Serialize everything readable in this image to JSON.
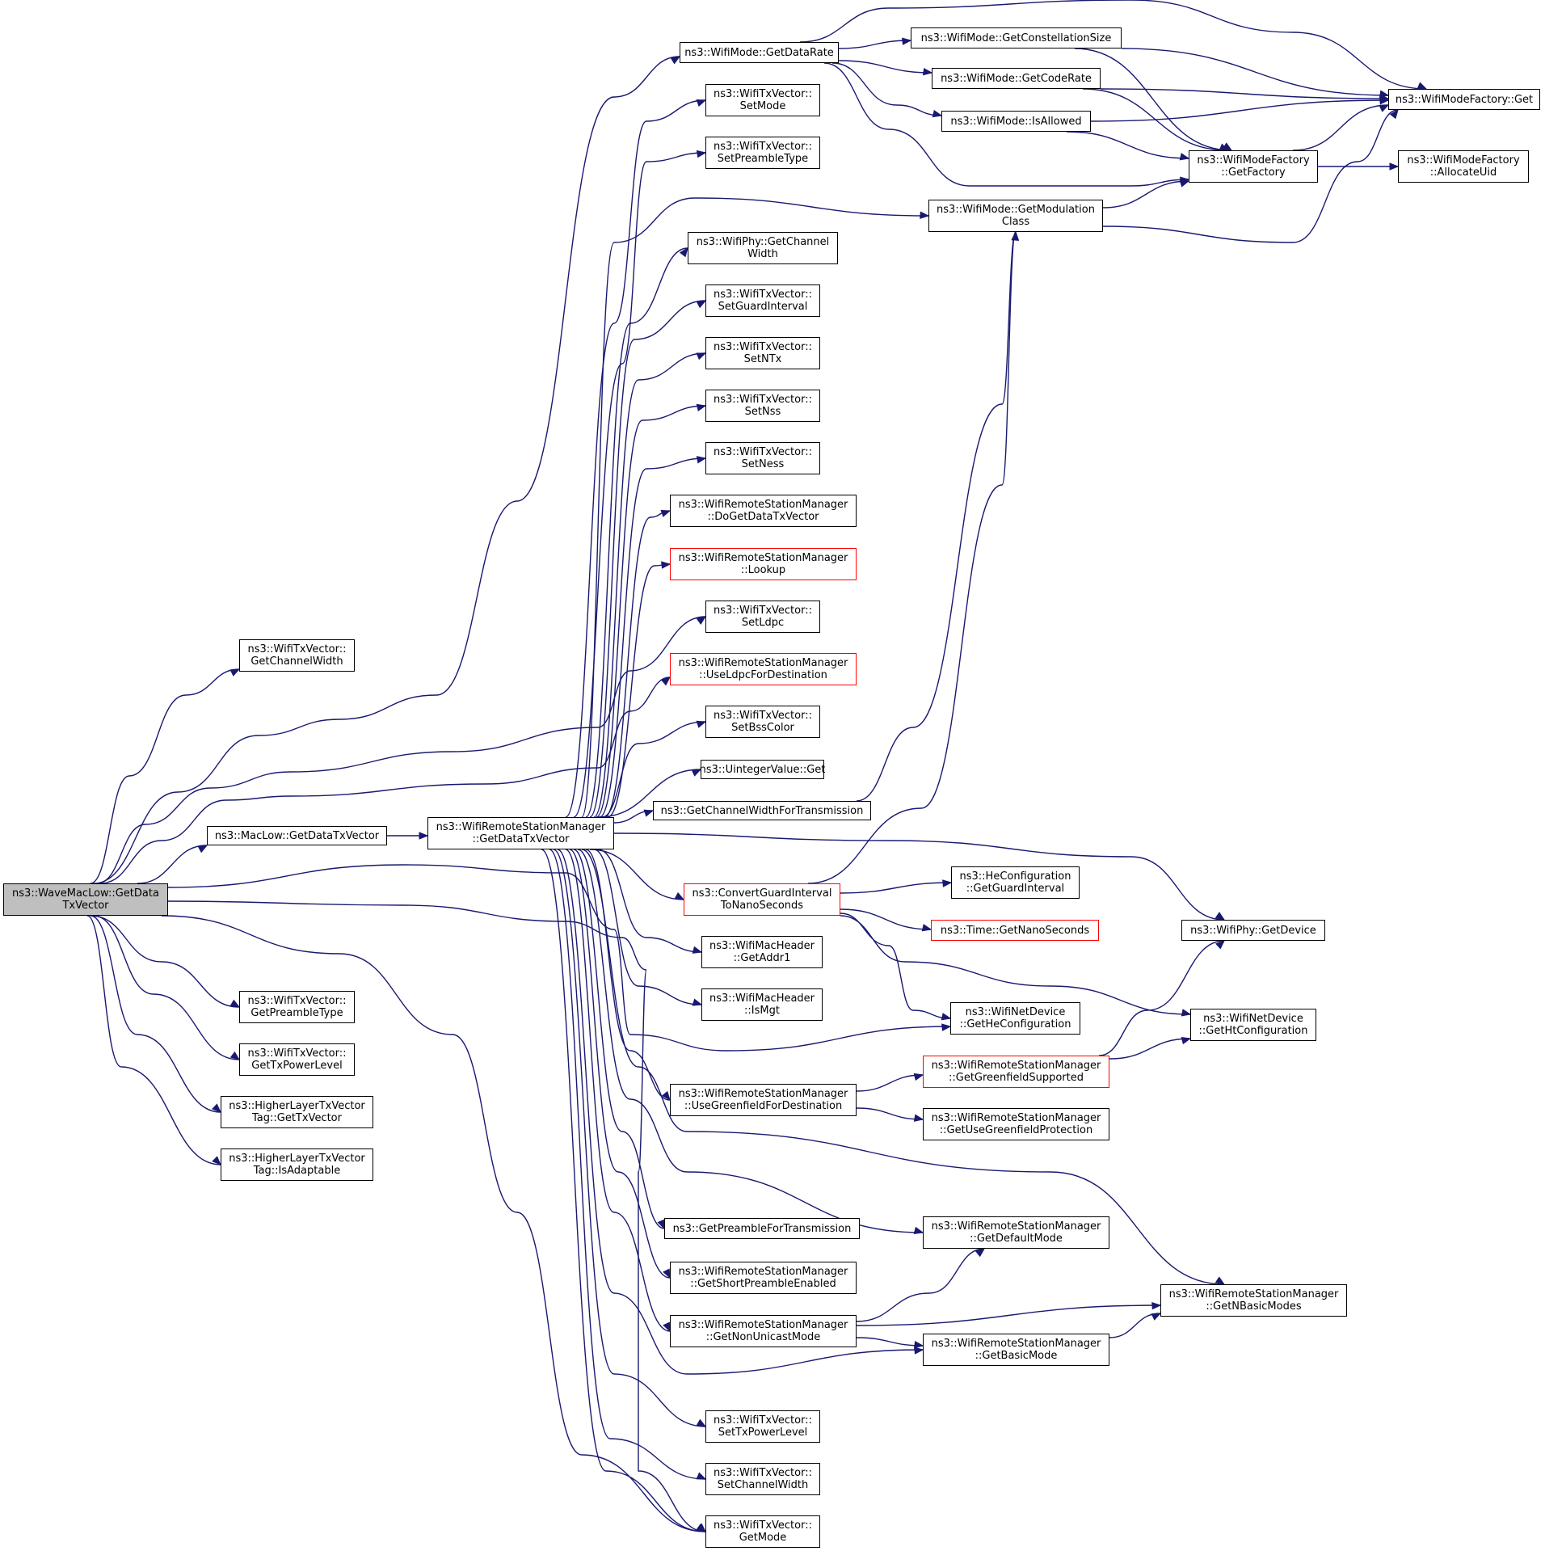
{
  "colors": {
    "edge": "#191970",
    "root_fill": "#bfbfbf",
    "node_border": "#000000",
    "undocumented_border": "#ff0000",
    "background": "#ffffff"
  },
  "nodes": [
    {
      "id": "root",
      "label": "ns3::WaveMacLow::GetData\nTxVector",
      "style": "root"
    },
    {
      "id": "wtv_getcw",
      "label": "ns3::WifiTxVector::\nGetChannelWidth"
    },
    {
      "id": "wtv_getpt",
      "label": "ns3::WifiTxVector::\nGetPreambleType"
    },
    {
      "id": "wtv_gettpl",
      "label": "ns3::WifiTxVector::\nGetTxPowerLevel"
    },
    {
      "id": "hl_gettv",
      "label": "ns3::HigherLayerTxVector\nTag::GetTxVector"
    },
    {
      "id": "hl_isad",
      "label": "ns3::HigherLayerTxVector\nTag::IsAdaptable"
    },
    {
      "id": "maclow",
      "label": "ns3::MacLow::GetDataTxVector"
    },
    {
      "id": "wrsm",
      "label": "ns3::WifiRemoteStationManager\n::GetDataTxVector"
    },
    {
      "id": "wm_gdr",
      "label": "ns3::WifiMode::GetDataRate"
    },
    {
      "id": "wm_gcs",
      "label": "ns3::WifiMode::GetConstellationSize"
    },
    {
      "id": "wm_gcr",
      "label": "ns3::WifiMode::GetCodeRate"
    },
    {
      "id": "wm_isall",
      "label": "ns3::WifiMode::IsAllowed"
    },
    {
      "id": "wmf_get",
      "label": "ns3::WifiModeFactory::Get"
    },
    {
      "id": "wmf_gf",
      "label": "ns3::WifiModeFactory\n::GetFactory"
    },
    {
      "id": "wmf_au",
      "label": "ns3::WifiModeFactory\n::AllocateUid"
    },
    {
      "id": "wm_gmc",
      "label": "ns3::WifiMode::GetModulation\nClass"
    },
    {
      "id": "wtv_setmode",
      "label": "ns3::WifiTxVector::\nSetMode"
    },
    {
      "id": "wtv_setpt",
      "label": "ns3::WifiTxVector::\nSetPreambleType"
    },
    {
      "id": "wphy_gcw",
      "label": "ns3::WifiPhy::GetChannel\nWidth"
    },
    {
      "id": "wtv_setgi",
      "label": "ns3::WifiTxVector::\nSetGuardInterval"
    },
    {
      "id": "wtv_setntx",
      "label": "ns3::WifiTxVector::\nSetNTx"
    },
    {
      "id": "wtv_setnss",
      "label": "ns3::WifiTxVector::\nSetNss"
    },
    {
      "id": "wtv_setness",
      "label": "ns3::WifiTxVector::\nSetNess"
    },
    {
      "id": "wrsm_dogdtv",
      "label": "ns3::WifiRemoteStationManager\n::DoGetDataTxVector"
    },
    {
      "id": "wrsm_lookup",
      "label": "ns3::WifiRemoteStationManager\n::Lookup",
      "style": "red"
    },
    {
      "id": "wtv_setldpc",
      "label": "ns3::WifiTxVector::\nSetLdpc"
    },
    {
      "id": "wrsm_uldpc",
      "label": "ns3::WifiRemoteStationManager\n::UseLdpcForDestination",
      "style": "red"
    },
    {
      "id": "wtv_setbss",
      "label": "ns3::WifiTxVector::\nSetBssColor"
    },
    {
      "id": "uint_get",
      "label": "ns3::UintegerValue::Get"
    },
    {
      "id": "gcwft",
      "label": "ns3::GetChannelWidthForTransmission"
    },
    {
      "id": "cgitns",
      "label": "ns3::ConvertGuardInterval\nToNanoSeconds",
      "style": "red"
    },
    {
      "id": "hecfg_ggi",
      "label": "ns3::HeConfiguration\n::GetGuardInterval"
    },
    {
      "id": "time_gns",
      "label": "ns3::Time::GetNanoSeconds",
      "style": "red"
    },
    {
      "id": "wphy_gdev",
      "label": "ns3::WifiPhy::GetDevice"
    },
    {
      "id": "wmh_addr1",
      "label": "ns3::WifiMacHeader\n::GetAddr1"
    },
    {
      "id": "wmh_ismgt",
      "label": "ns3::WifiMacHeader\n::IsMgt"
    },
    {
      "id": "wnd_ghe",
      "label": "ns3::WifiNetDevice\n::GetHeConfiguration"
    },
    {
      "id": "wnd_ght",
      "label": "ns3::WifiNetDevice\n::GetHtConfiguration"
    },
    {
      "id": "wrsm_ugfd",
      "label": "ns3::WifiRemoteStationManager\n::UseGreenfieldForDestination"
    },
    {
      "id": "wrsm_ggs",
      "label": "ns3::WifiRemoteStationManager\n::GetGreenfieldSupported",
      "style": "red"
    },
    {
      "id": "wrsm_gugp",
      "label": "ns3::WifiRemoteStationManager\n::GetUseGreenfieldProtection"
    },
    {
      "id": "gpft",
      "label": "ns3::GetPreambleForTransmission"
    },
    {
      "id": "wrsm_gdm",
      "label": "ns3::WifiRemoteStationManager\n::GetDefaultMode"
    },
    {
      "id": "wrsm_gspe",
      "label": "ns3::WifiRemoteStationManager\n::GetShortPreambleEnabled"
    },
    {
      "id": "wrsm_gnbm",
      "label": "ns3::WifiRemoteStationManager\n::GetNBasicModes"
    },
    {
      "id": "wrsm_gnum",
      "label": "ns3::WifiRemoteStationManager\n::GetNonUnicastMode"
    },
    {
      "id": "wrsm_gbm",
      "label": "ns3::WifiRemoteStationManager\n::GetBasicMode"
    },
    {
      "id": "wtv_settpl",
      "label": "ns3::WifiTxVector::\nSetTxPowerLevel"
    },
    {
      "id": "wtv_setcw",
      "label": "ns3::WifiTxVector::\nSetChannelWidth"
    },
    {
      "id": "wtv_getmode",
      "label": "ns3::WifiTxVector::\nGetMode"
    }
  ]
}
